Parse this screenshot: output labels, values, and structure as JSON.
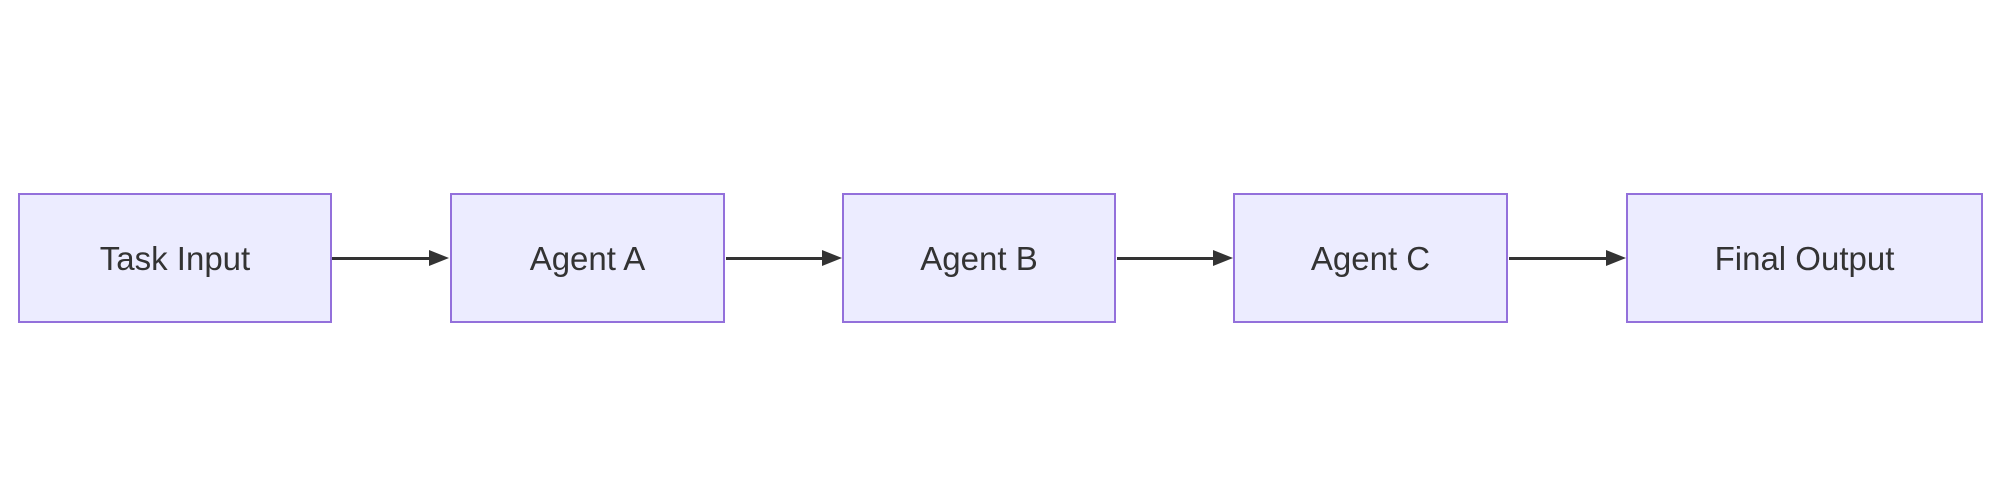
{
  "diagram": {
    "type": "flowchart",
    "direction": "left-to-right",
    "colors": {
      "background": "#FFFFFF",
      "node_fill": "#ECECFF",
      "node_border": "#9370DB",
      "node_text": "#333333",
      "edge": "#333333"
    },
    "nodes": [
      {
        "id": "task-input",
        "label": "Task Input"
      },
      {
        "id": "agent-a",
        "label": "Agent A"
      },
      {
        "id": "agent-b",
        "label": "Agent B"
      },
      {
        "id": "agent-c",
        "label": "Agent C"
      },
      {
        "id": "final-output",
        "label": "Final Output"
      }
    ],
    "edges": [
      {
        "from": "Task Input",
        "to": "Agent A",
        "style": "arrow"
      },
      {
        "from": "Agent A",
        "to": "Agent B",
        "style": "arrow"
      },
      {
        "from": "Agent B",
        "to": "Agent C",
        "style": "arrow"
      },
      {
        "from": "Agent C",
        "to": "Final Output",
        "style": "arrow"
      }
    ]
  }
}
